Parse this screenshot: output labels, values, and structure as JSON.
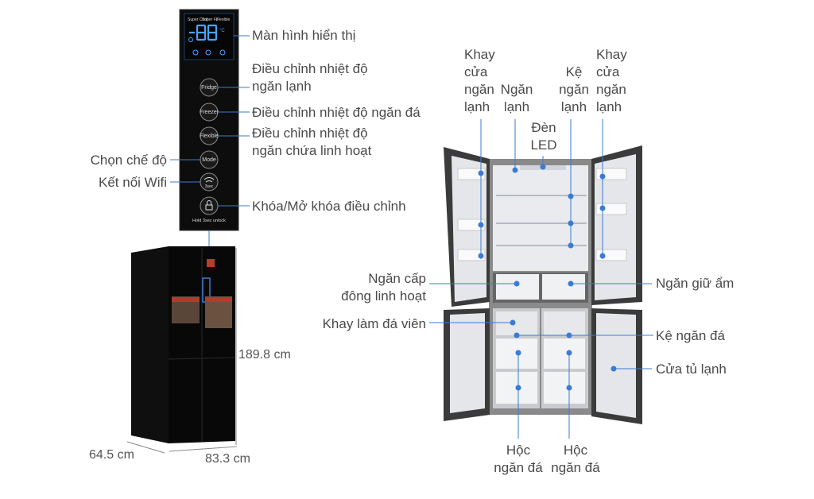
{
  "panel": {
    "disp_super_cool": "Super Cool",
    "disp_super_fz": "Super Fz",
    "disp_flexible": "Flexible",
    "btn_fridge": "Fridge",
    "btn_freezer": "Freezer",
    "btn_flexible": "Flexible",
    "btn_mode": "Mode",
    "btn_wifi": "3sec",
    "lock_hint": "Hold 3sec unlock"
  },
  "panel_labels": {
    "display": "Màn hình hiển thị",
    "fridge_temp": "Điều chỉnh nhiệt độ\nngăn lạnh",
    "freezer_temp": "Điều chỉnh nhiệt độ ngăn đá",
    "flex_temp": "Điều chỉnh nhiệt độ\nngăn chứa linh hoạt",
    "mode": "Chọn chế độ",
    "wifi": "Kết nối Wifi",
    "lock": "Khóa/Mở khóa điều chỉnh"
  },
  "dimensions": {
    "height": "189.8 cm",
    "depth": "64.5 cm",
    "width": "83.3 cm"
  },
  "fridge_labels": {
    "door_tray_left": "Khay\ncửa\nngăn\nlạnh",
    "fridge_compartment": "Ngăn\nlạnh",
    "led": "Đèn\nLED",
    "fridge_shelf": "Kệ\nngăn\nlạnh",
    "door_tray_right": "Khay\ncửa\nngăn\nlạnh",
    "flex_freeze": "Ngăn cấp\nđông linh hoạt",
    "humidity": "Ngăn giữ ẩm",
    "ice_tray": "Khay làm đá viên",
    "freezer_shelf": "Kệ ngăn đá",
    "fridge_door": "Cửa tủ lạnh",
    "freezer_box_left": "Hộc\nngăn đá",
    "freezer_box_right": "Hộc\nngăn đá"
  },
  "colors": {
    "pointer": "#3a7bd5",
    "panel_bg": "#111111",
    "display_blue": "#4aa3ff"
  }
}
